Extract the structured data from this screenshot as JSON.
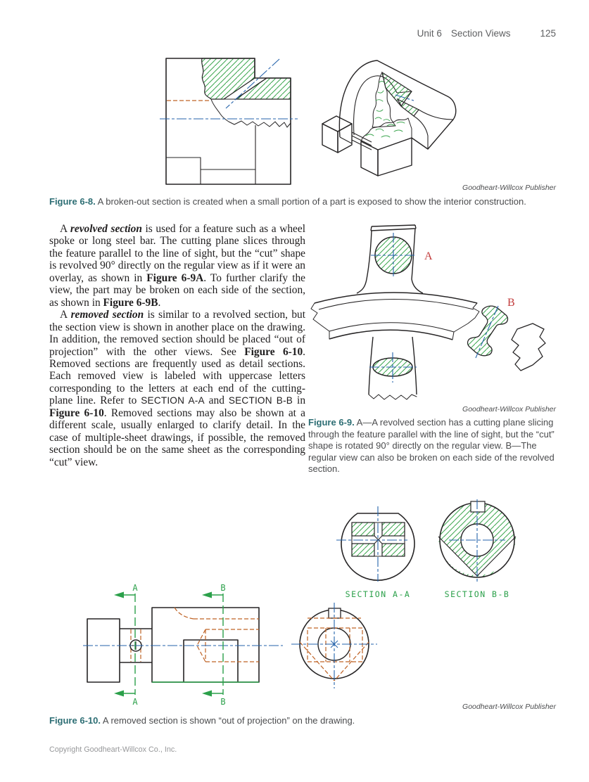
{
  "header": {
    "unit": "Unit 6",
    "title": "Section Views",
    "page_number": "125"
  },
  "credits": {
    "publisher": "Goodheart-Willcox Publisher"
  },
  "figures": {
    "fig8": {
      "label": "Figure 6-8.",
      "caption": "A broken-out section is created when a small portion of a part is exposed to show the interior construction."
    },
    "fig9": {
      "label": "Figure 6-9.",
      "caption": "A—A revolved section has a cutting plane slicing through the feature parallel with the line of sight, but the “cut” shape is rotated 90° directly on the regular view. B—The regular view can also be broken on each side of the revolved section.",
      "marker_a": "A",
      "marker_b": "B"
    },
    "fig10": {
      "label": "Figure 6-10.",
      "caption": "A removed section is shown “out of projection” on the drawing.",
      "section_a": "SECTION A-A",
      "section_b": "SECTION B-B",
      "cutting_a": "A",
      "cutting_b": "B"
    }
  },
  "body": {
    "para1": {
      "segments": [
        {
          "t": "A "
        },
        {
          "t": "revolved section"
        },
        {
          "t": " is used for a feature such as a wheel spoke or long steel bar. The cutting plane slices through the feature parallel to the line of sight, but the “cut” shape is revolved 90° directly on the regular view as if it were an overlay, as shown in "
        },
        {
          "t": "Figure 6-9A"
        },
        {
          "t": ". To further clarify the view, the part may be broken on each side of the section, as shown in "
        },
        {
          "t": "Figure 6-9B"
        },
        {
          "t": "."
        }
      ]
    },
    "para2": {
      "segments": [
        {
          "t": "A "
        },
        {
          "t": "removed section"
        },
        {
          "t": " is similar to a revolved section, but the section view is shown in another place on the drawing. In addition, the removed section should be placed “out of projection” with the other views. See "
        },
        {
          "t": "Figure 6-10"
        },
        {
          "t": ". Removed sections are frequently used as detail sections. Each removed view is labeled with uppercase letters corresponding to the letters at each end of the cutting-plane line. Refer to "
        },
        {
          "t": "SECTION A-A"
        },
        {
          "t": " and "
        },
        {
          "t": "SECTION B-B"
        },
        {
          "t": " in "
        },
        {
          "t": "Figure 6-10"
        },
        {
          "t": ". Removed sections may also be shown at a different scale, usually enlarged to clarify detail. In the case of multiple-sheet drawings, if possible, the removed section should be on the same sheet as the corresponding “cut” view."
        }
      ]
    }
  },
  "footer": {
    "copyright": "Copyright Goodheart-Willcox Co., Inc."
  },
  "colors": {
    "figure_label_teal": "#2d6e74",
    "drawing_green": "#2ba04a",
    "centerline_blue": "#2563ab",
    "hidden_line_orange": "#bf6326",
    "marker_red": "#c23c3c"
  }
}
